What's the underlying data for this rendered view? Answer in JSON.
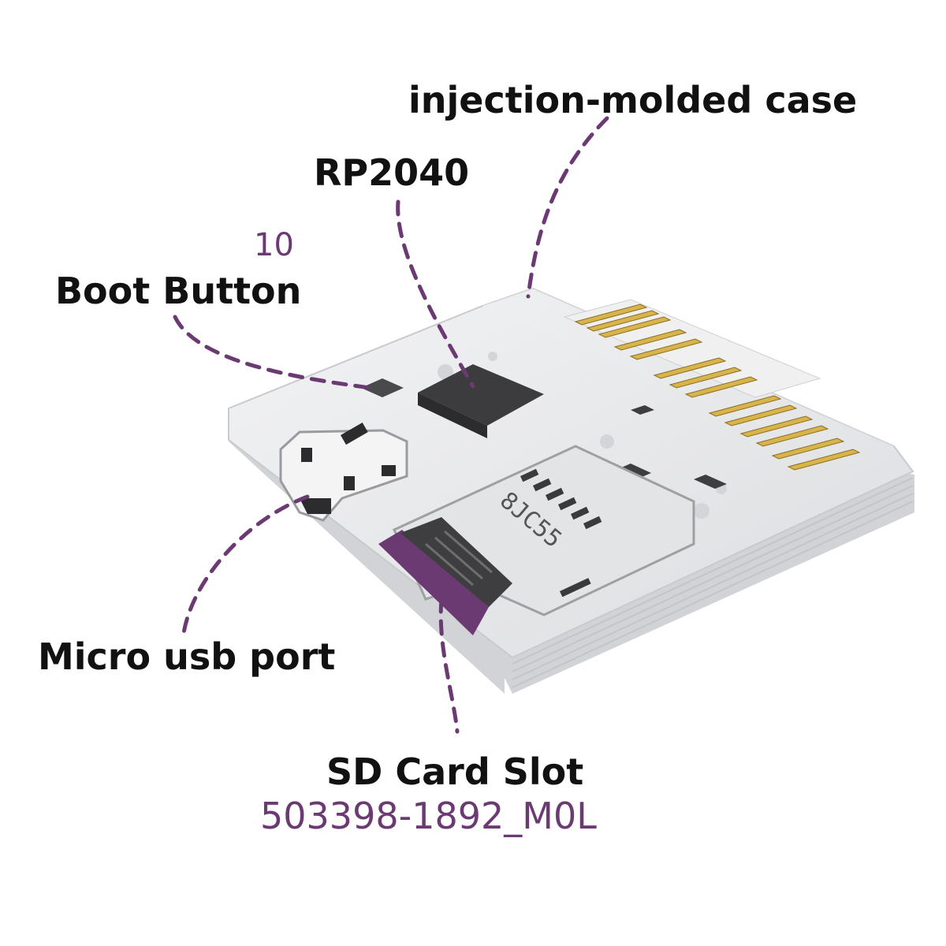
{
  "colors": {
    "accent_purple": "#6b3a73",
    "label_dark": "#111111",
    "case_fill": "#e9eaeb",
    "chip_dark": "#3c3c3e",
    "contact_gold": "#d8b44a"
  },
  "labels": {
    "case": "injection-molded case",
    "rp2040": "RP2040",
    "fragment": "10",
    "boot_button": "Boot Button",
    "micro_usb": "Micro usb port",
    "sd_slot": "SD Card Slot",
    "sd_part": "503398-1892_M0L"
  },
  "slot_marking": "8JC55"
}
